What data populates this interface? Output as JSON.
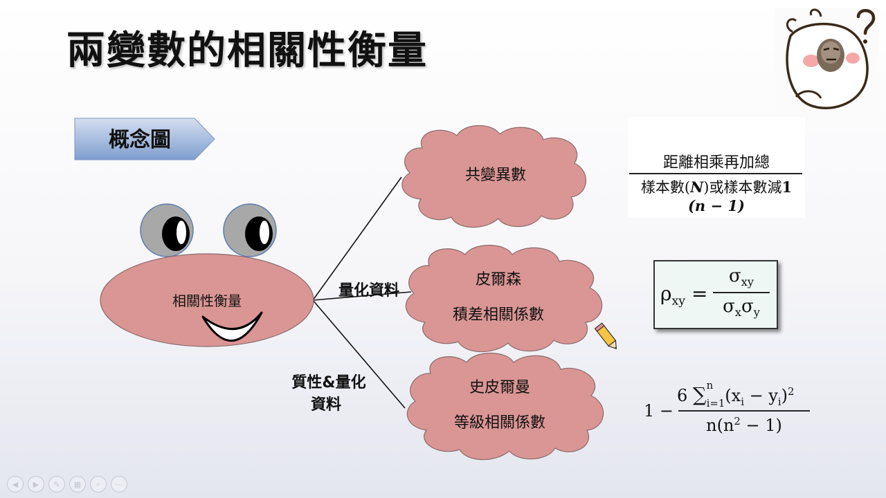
{
  "slide": {
    "title": "兩變數的相關性衡量"
  },
  "concept_tag": "概念圖",
  "central_node": "相關性衡量",
  "branch_labels": {
    "quantitative": "量化資料",
    "qualitative_line1": "質性&量化",
    "qualitative_line2": "資料"
  },
  "clouds": {
    "covariance": "共變異數",
    "pearson_line1": "皮爾森",
    "pearson_line2": "積差相關係數",
    "spearman_line1": "史皮爾曼",
    "spearman_line2": "等級相關係數"
  },
  "formula_covariance": {
    "numerator": "距離相乘再加總",
    "denominator_part1": "樣本數(",
    "denominator_N": "N",
    "denominator_part2": ")或樣本數減",
    "denominator_one": "1",
    "denominator_line2": "(n − 1)"
  },
  "colors": {
    "cloud_fill": "#d99694",
    "cloud_stroke": "#8b6b6b",
    "eye_gray": "#a6a6a6",
    "eye_ring": "#5b7bb1",
    "arrow_tag_top": "#c9d6ea",
    "arrow_tag_bottom": "#7d9ccf"
  },
  "nav_icons": [
    "prev-icon",
    "next-icon",
    "pen-icon",
    "slides-icon",
    "zoom-icon",
    "more-icon"
  ]
}
